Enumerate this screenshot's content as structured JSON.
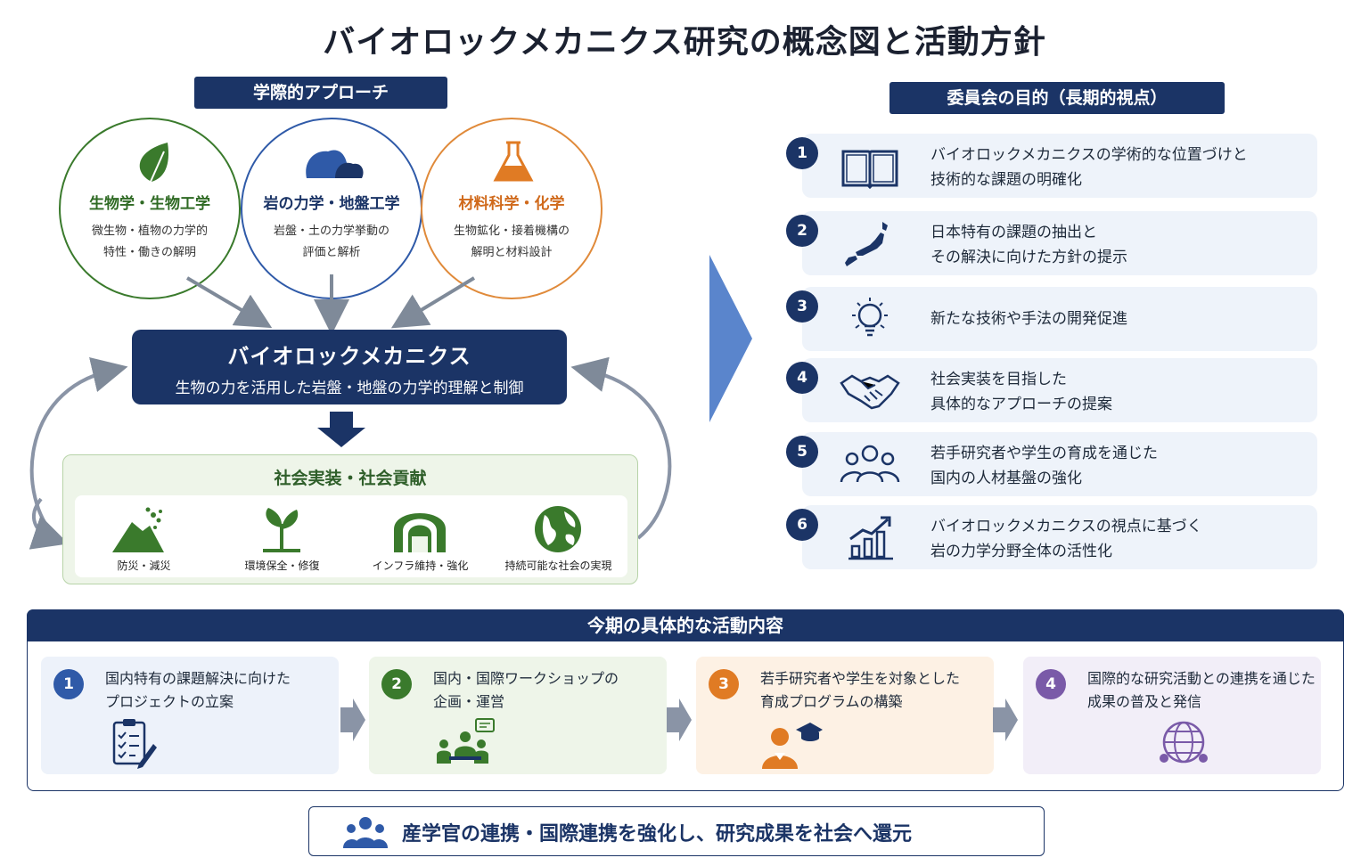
{
  "title": "バイオロックメカニクス研究の概念図と活動方針",
  "left": {
    "header": "学際的アプローチ",
    "circles": [
      {
        "title": "生物学・生物工学",
        "desc1": "微生物・植物の力学的",
        "desc2": "特性・働きの解明",
        "color": "#3a7a2c",
        "icon": "leaf-icon"
      },
      {
        "title": "岩の力学・地盤工学",
        "desc1": "岩盤・土の力学挙動の",
        "desc2": "評価と解析",
        "color": "#1b3466",
        "icon": "rocks-icon"
      },
      {
        "title": "材料科学・化学",
        "desc1": "生物鉱化・接着機構の",
        "desc2": "解明と材料設計",
        "color": "#d9732a",
        "icon": "flask-icon"
      }
    ],
    "core_title": "バイオロックメカニクス",
    "core_subtitle": "生物の力を活用した岩盤・地盤の力学的理解と制御",
    "society": {
      "title": "社会実装・社会貢献",
      "items": [
        {
          "label": "防災・減災",
          "icon": "landslide-icon"
        },
        {
          "label": "環境保全・修復",
          "icon": "sprout-icon"
        },
        {
          "label": "インフラ維持・強化",
          "icon": "tunnel-icon"
        },
        {
          "label": "持続可能な社会の実現",
          "icon": "globe-icon"
        }
      ]
    }
  },
  "right": {
    "header": "委員会の目的（長期的視点）",
    "items": [
      {
        "num": "1",
        "line1": "バイオロックメカニクスの学術的な位置づけと",
        "line2": "技術的な課題の明確化",
        "icon": "book-icon"
      },
      {
        "num": "2",
        "line1": "日本特有の課題の抽出と",
        "line2": "その解決に向けた方針の提示",
        "icon": "japan-map-icon"
      },
      {
        "num": "3",
        "line1": "新たな技術や手法の開発促進",
        "line2": "",
        "icon": "lightbulb-icon"
      },
      {
        "num": "4",
        "line1": "社会実装を目指した",
        "line2": "具体的なアプローチの提案",
        "icon": "handshake-icon"
      },
      {
        "num": "5",
        "line1": "若手研究者や学生の育成を通じた",
        "line2": "国内の人材基盤の強化",
        "icon": "people-icon"
      },
      {
        "num": "6",
        "line1": "バイオロックメカニクスの視点に基づく",
        "line2": "岩の力学分野全体の活性化",
        "icon": "growth-chart-icon"
      }
    ]
  },
  "activities": {
    "header": "今期の具体的な活動内容",
    "items": [
      {
        "num": "1",
        "line1": "国内特有の課題解決に向けた",
        "line2": "プロジェクトの立案",
        "color": "#2f5aa8",
        "bg": "#edf2fa",
        "icon": "checklist-icon"
      },
      {
        "num": "2",
        "line1": "国内・国際ワークショップの",
        "line2": "企画・運営",
        "color": "#3a7a2c",
        "bg": "#eef5e9",
        "icon": "meeting-icon"
      },
      {
        "num": "3",
        "line1": "若手研究者や学生を対象とした",
        "line2": "育成プログラムの構築",
        "color": "#e07b24",
        "bg": "#fdf1e4",
        "icon": "graduate-icon"
      },
      {
        "num": "4",
        "line1": "国際的な研究活動との連携を通じた",
        "line2": "成果の普及と発信",
        "color": "#7a5aa8",
        "bg": "#f2eef8",
        "icon": "network-globe-icon"
      }
    ]
  },
  "footer": "産学官の連携・国際連携を強化し、研究成果を社会へ還元"
}
